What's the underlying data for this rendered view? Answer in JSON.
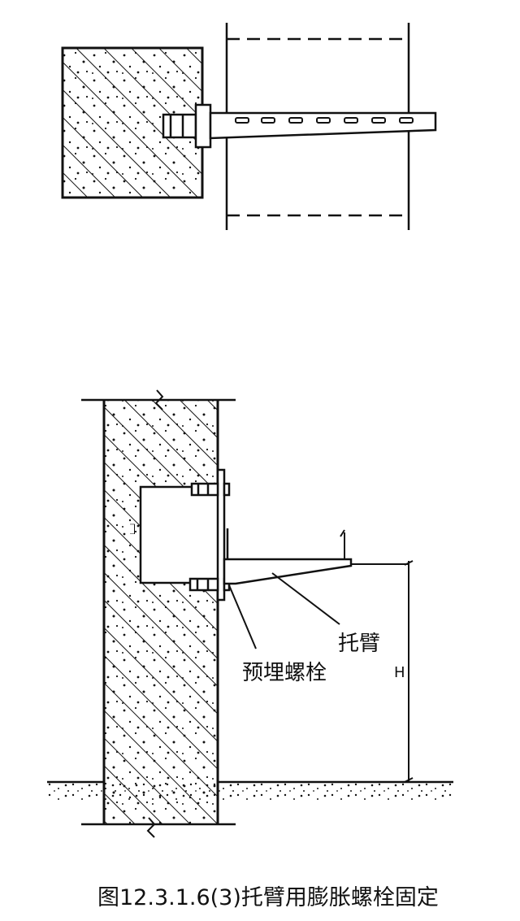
{
  "labels": {
    "bracket": "托臂",
    "embedded_bolt": "预埋螺栓",
    "dim_small": "H"
  },
  "caption": "图12.3.1.6(3)托臂用膨胀螺栓固定"
}
